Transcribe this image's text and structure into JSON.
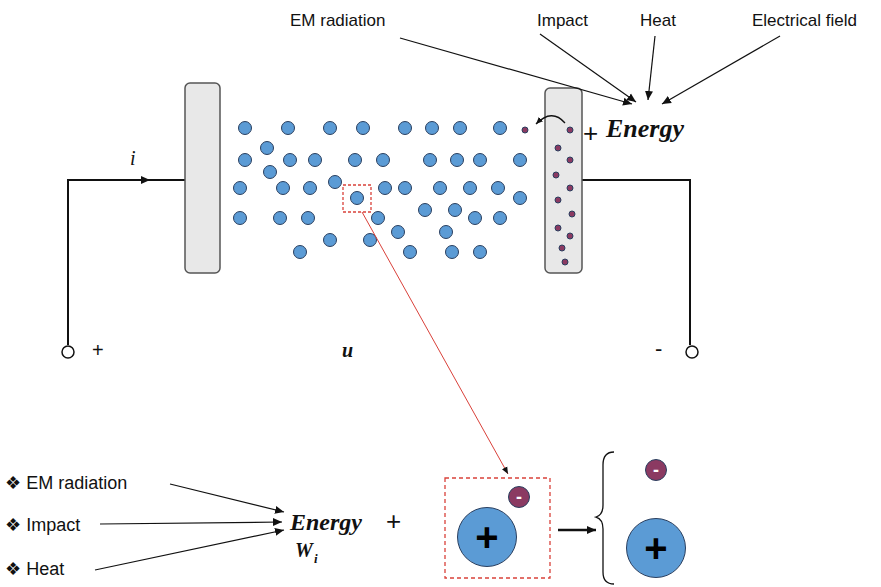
{
  "diagram": {
    "nodes": [
      {
        "text": [
          "+"
        ]
      },
      {
        "text": [
          "-"
        ]
      },
      {
        "text": [
          "-"
        ]
      },
      {
        "text": [
          "+"
        ]
      }
    ],
    "labels": [
      "EM radiation",
      "Impact",
      "Heat",
      "Electrical field",
      "+",
      "Energy",
      "i",
      "+",
      "u",
      "-",
      "❖ EM radiation",
      "❖ Impact",
      "❖ Heat",
      "Energy",
      "+",
      "W",
      "i"
    ]
  }
}
